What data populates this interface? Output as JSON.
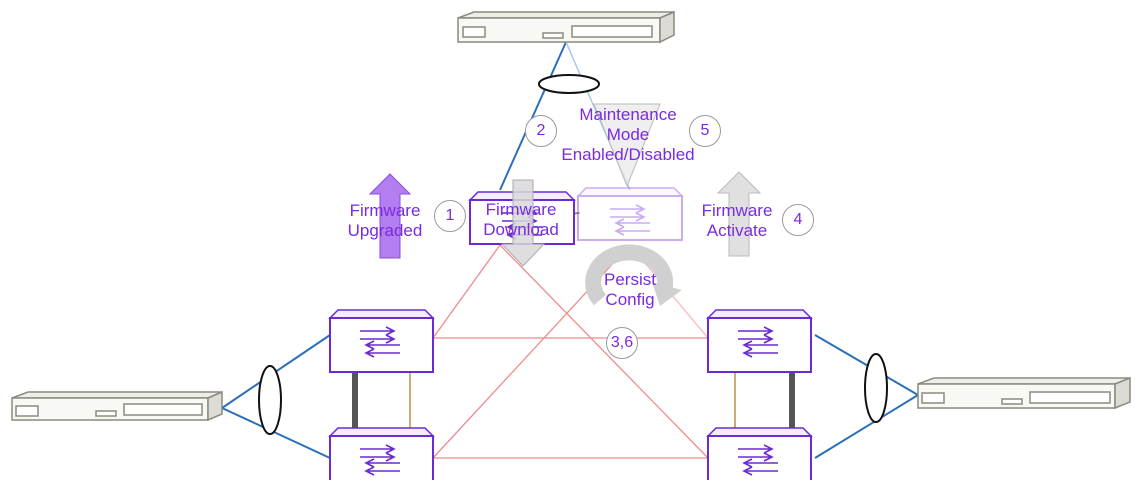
{
  "labels": {
    "firmware_upgraded": [
      "Firmware",
      "Upgraded"
    ],
    "firmware_download": [
      "Firmware",
      "Download"
    ],
    "firmware_activate": [
      "Firmware",
      "Activate"
    ],
    "maintenance_mode": [
      "Maintenance",
      "Mode",
      "Enabled/Disabled"
    ],
    "persist_config": [
      "Persist",
      "Config"
    ]
  },
  "steps": {
    "upgrade": "1",
    "download": "2",
    "persist": "3,6",
    "activate": "4",
    "maintenance": "5"
  },
  "colors": {
    "label": "#7a2be0",
    "switch_outline": "#6a2bd0",
    "switch_faded": "#c6a6ef",
    "uplink": "#2a6fb8",
    "ring": "#f08a8a",
    "isl": "#555555",
    "server": "#8a8a80",
    "upgraded_arrow": "#b27ef0",
    "process_arrow": "#d8d8d8"
  },
  "icons": {
    "switch": "network-switch-icon",
    "server": "rack-server-icon",
    "lag": "link-aggregation-ellipse-icon",
    "arrow_up": "up-arrow-icon",
    "arrow_down": "down-arrow-icon",
    "arrow_curve": "circular-arrow-icon"
  }
}
